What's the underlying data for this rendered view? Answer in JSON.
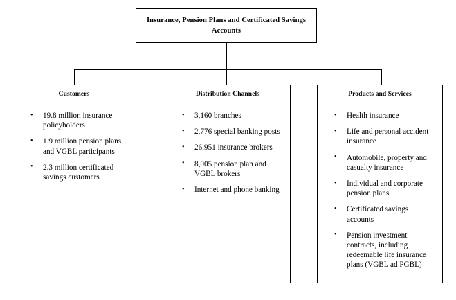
{
  "diagram": {
    "type": "organizational-hierarchy",
    "root": {
      "label": "Insurance, Pension Plans and Certificated Savings Accounts"
    },
    "columns": [
      {
        "header": "Customers",
        "items": [
          "19.8 million insurance policyholders",
          "1.9 million pension plans and VGBL participants",
          "2.3 million certificated savings customers"
        ]
      },
      {
        "header": "Distribution Channels",
        "items": [
          "3,160 branches",
          "2,776 special banking posts",
          "26,951 insurance brokers",
          "8,005 pension plan and VGBL brokers",
          "Internet and phone banking"
        ]
      },
      {
        "header": "Products and Services",
        "items": [
          "Health insurance",
          "Life and personal accident insurance",
          "Automobile, property and casualty insurance",
          "Individual and corporate pension plans",
          "Certificated savings accounts",
          "Pension investment contracts, including redeemable life insurance plans (VGBL ad PGBL)"
        ]
      }
    ],
    "colors": {
      "line": "#000000",
      "background": "#ffffff",
      "text": "#000000"
    }
  }
}
